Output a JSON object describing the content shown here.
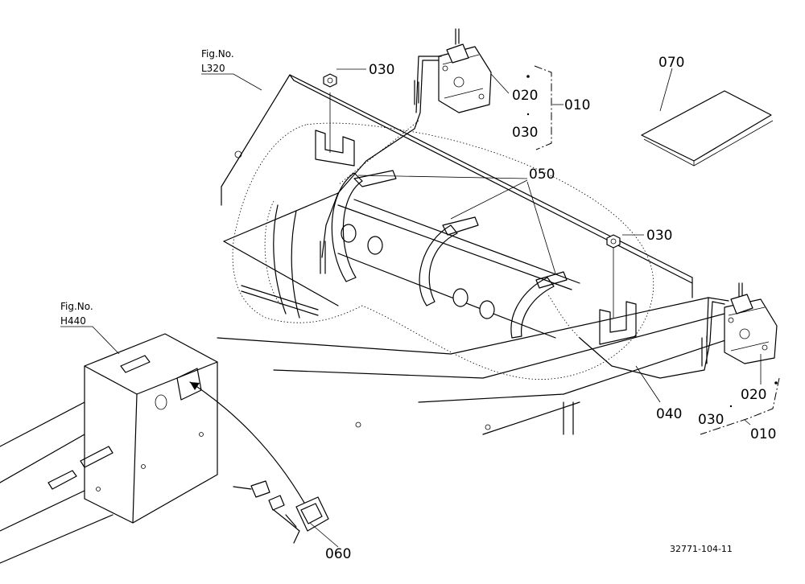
{
  "figure_refs": [
    {
      "title": "Fig.No.",
      "number": "L320"
    },
    {
      "title": "Fig.No.",
      "number": "H440"
    }
  ],
  "part_labels": {
    "p010_top": "010",
    "p020_top": "020",
    "p030_top_nut": "030",
    "p030_top_side": "030",
    "p050": "050",
    "p070": "070",
    "p030_mid_nut": "030",
    "p020_bottom": "020",
    "p040": "040",
    "p030_bottom": "030",
    "p010_bottom": "010",
    "p060": "060"
  },
  "diagram_code": "32771-104-11"
}
